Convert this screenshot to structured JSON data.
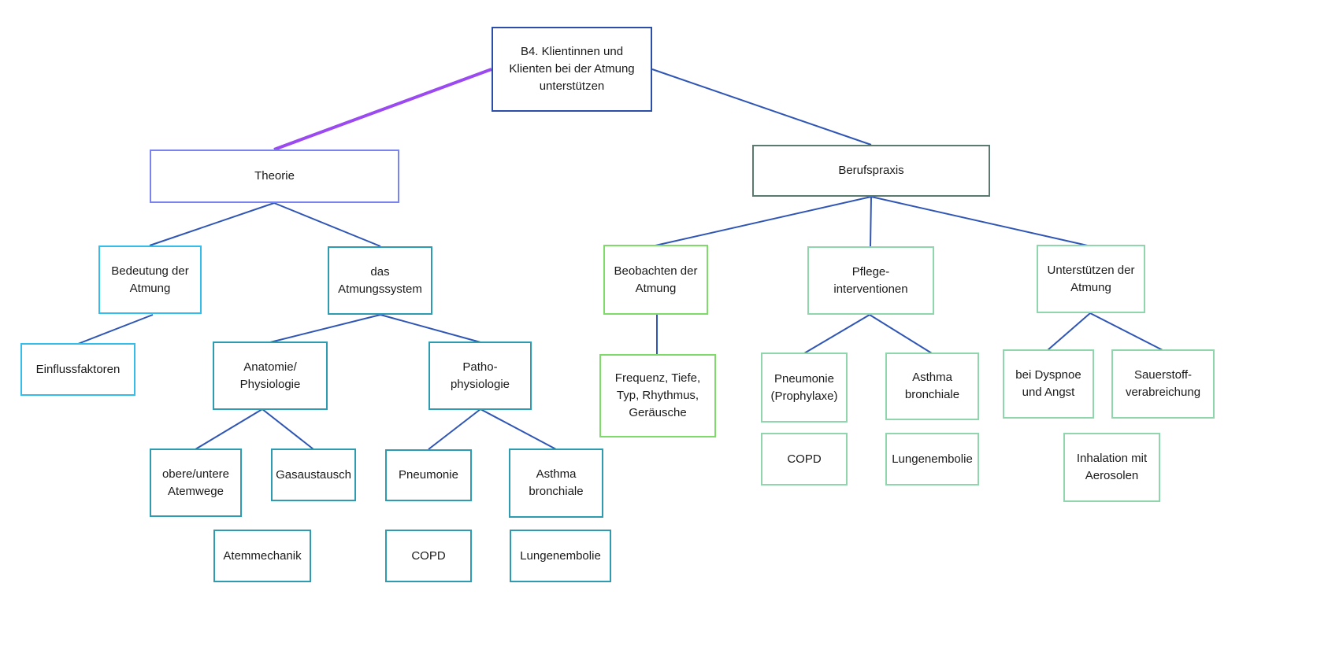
{
  "root": {
    "label": "B4. Klientinnen und\nKlienten bei der Atmung\nunterstützen"
  },
  "theorie": {
    "label": "Theorie",
    "bedeutung": {
      "label": "Bedeutung der\nAtmung"
    },
    "einflussfaktoren": {
      "label": "Einflussfaktoren"
    },
    "atmungssystem": {
      "label": "das\nAtmungssystem"
    },
    "anatomie": {
      "label": "Anatomie/\nPhysiologie"
    },
    "atemwege": {
      "label": "obere/untere\nAtemwege"
    },
    "gasaustausch": {
      "label": "Gasaustausch"
    },
    "atemmechanik": {
      "label": "Atemmechanik"
    },
    "pathophysiologie": {
      "label": "Patho-\nphysiologie"
    },
    "pneumonie": {
      "label": "Pneumonie"
    },
    "asthma": {
      "label": "Asthma\nbronchiale"
    },
    "copd": {
      "label": "COPD"
    },
    "lungenembolie": {
      "label": "Lungenembolie"
    }
  },
  "berufspraxis": {
    "label": "Berufspraxis",
    "beobachten": {
      "label": "Beobachten der\nAtmung"
    },
    "frequenz": {
      "label": "Frequenz, Tiefe,\nTyp, Rhythmus,\nGeräusche"
    },
    "pflege": {
      "label": "Pflege-\ninterventionen"
    },
    "pneumonie_prophylaxe": {
      "label": "Pneumonie\n(Prophylaxe)"
    },
    "asthma": {
      "label": "Asthma\nbronchiale"
    },
    "copd": {
      "label": "COPD"
    },
    "lungenembolie": {
      "label": "Lungenembolie"
    },
    "unterstuetzen": {
      "label": "Unterstützen der\nAtmung"
    },
    "dyspnoe": {
      "label": "bei Dyspnoe\nund Angst"
    },
    "sauerstoff": {
      "label": "Sauerstoff-\nverabreichung"
    },
    "inhalation": {
      "label": "Inhalation mit\nAerosolen"
    }
  },
  "colors": {
    "line": "#2f55b5",
    "highlight_line": "#9a4af0"
  }
}
